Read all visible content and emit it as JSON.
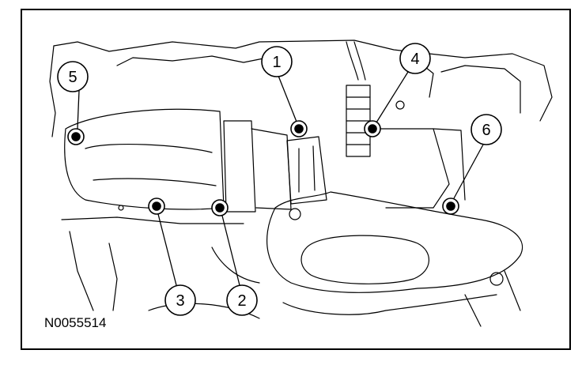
{
  "figure": {
    "code": "N0055514",
    "colors": {
      "line": "#000000",
      "background": "#ffffff"
    }
  },
  "callouts": [
    {
      "label": "1"
    },
    {
      "label": "2"
    },
    {
      "label": "3"
    },
    {
      "label": "4"
    },
    {
      "label": "5"
    },
    {
      "label": "6"
    }
  ]
}
